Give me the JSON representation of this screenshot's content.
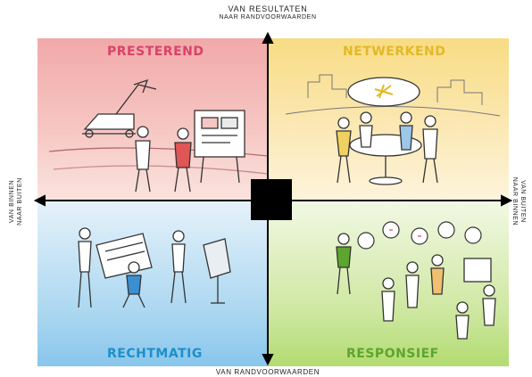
{
  "diagram": {
    "axes": {
      "top_line1": "Van resultaten",
      "top_line2": "naar randvoorwaarden",
      "bottom": "Van randvoorwaarden",
      "left_line1": "Van binnen",
      "left_line2": "naar buiten",
      "right_line1": "Van buiten",
      "right_line2": "naar binnen"
    },
    "quadrants": {
      "top_left": {
        "label": "PRESTEREND",
        "color": "#d8436a"
      },
      "top_right": {
        "label": "NETWERKEND",
        "color": "#e1b927"
      },
      "bottom_left": {
        "label": "RECHTMATIG",
        "color": "#1f8fc9"
      },
      "bottom_right": {
        "label": "RESPONSIEF",
        "color": "#5da52e"
      }
    }
  }
}
